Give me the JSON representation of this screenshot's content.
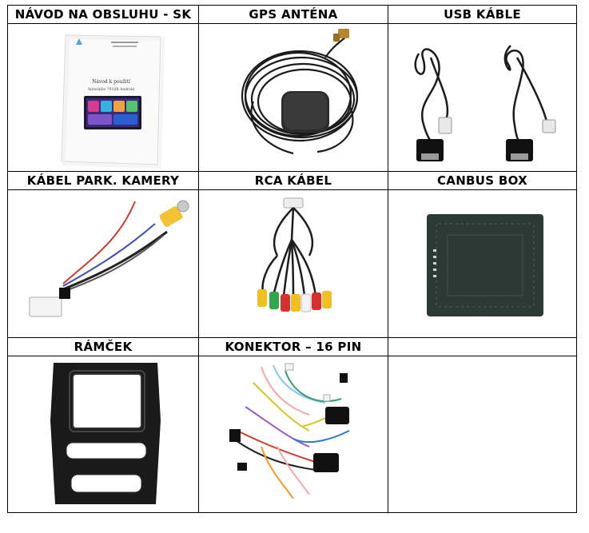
{
  "table": {
    "rows": [
      {
        "headers": [
          "NÁVOD NA OBSLUHU - SK",
          "GPS ANTÉNA",
          "USB KÁBLE"
        ]
      },
      {
        "headers": [
          "KÁBEL PARK. KAMERY",
          "RCA KÁBEL",
          "CANBUS BOX"
        ]
      },
      {
        "headers": [
          "RÁMČEK",
          "KONEKTOR – 16 PIN",
          ""
        ]
      }
    ]
  },
  "manual": {
    "title": "Návod k použití",
    "subtitle": "Autorádio 7010B Android"
  }
}
